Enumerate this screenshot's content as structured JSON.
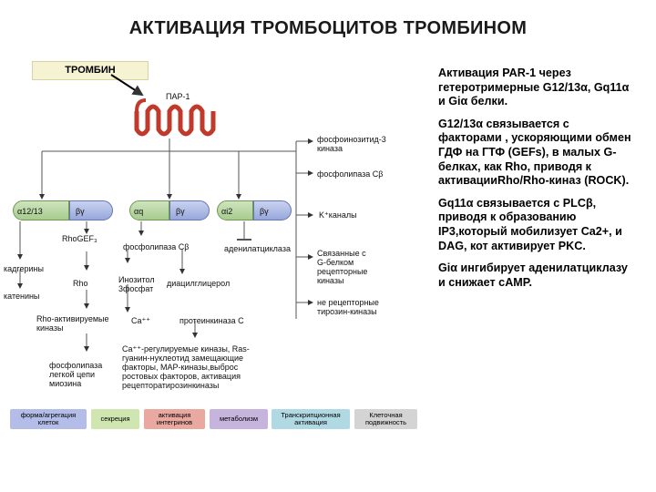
{
  "title": "АКТИВАЦИЯ ТРОМБОЦИТОВ ТРОМБИНОМ",
  "thrombin_label": "ТРОМБИН",
  "diagram": {
    "par1": "ПАР-1",
    "g1213_alpha": "α12/13",
    "g1213_bg": "βγ",
    "gq_alpha": "αq",
    "gq_bg": "βγ",
    "gi_alpha": "αi2",
    "gi_bg": "βγ",
    "pi3k": "фосфоинозитид-3\nкиназа",
    "plc_b": "фосфолипаза Cβ",
    "k_channels": "K⁺каналы",
    "adenylate_cyclase": "аденилатциклаза",
    "g_receptors": "Связанные с\nG-белком\nрецепторные\nкиназы",
    "non_receptor": "не рецепторные\nтирозин-киназы",
    "rhogef": "RhoGEF₃",
    "plc_b2": "фосфолипаза Cβ",
    "cadherins": "кадгерины",
    "catenins": "катенины",
    "rho": "Rho",
    "ip3": "Инозитол\n3фосфат",
    "dag": "диацилглицерол",
    "rho_kinases": "Rho-активируемые\nкиназы",
    "ca": "Ca⁺⁺",
    "pkc": "протеинкиназа С",
    "mlc": "фосфолипаза\nлегкой цепи\nмиозина",
    "factors": "Ca⁺⁺-регулируемые  киназы,  Ras-\nгуанин-нуклеотид    замещающие\nфакторы,    MAP-киназы,выброс\nростовых    факторов,   активация\nрецепторатирозинкиназы"
  },
  "legend": [
    {
      "label": "форма/агрегация\nклеток",
      "color": "#b3bde8"
    },
    {
      "label": "секреция",
      "color": "#cfe6b0"
    },
    {
      "label": "активация\nинтегринов",
      "color": "#eaa9a0"
    },
    {
      "label": "метаболизм",
      "color": "#c6b4dc"
    },
    {
      "label": "Транскрипционная\nактивация",
      "color": "#b0d9e4"
    },
    {
      "label": "Клеточная\nподвижность",
      "color": "#d4d4d4"
    }
  ],
  "paragraphs": [
    "Активация  PAR-1 через гетеротримерные G12/13α, Gq11α и Giα белки.",
    "G12/13α связывается с факторами , ускоряющими обмен ГДФ на ГТФ (GEFs), в малых G-белках, как Rho, приводя к активацииRho/Rho-киназ (ROCK).",
    "Gq11α связывается с PLCβ, приводя к образованию IP3,который мобилизует Ca2+, и DAG, кот активирует PKC.",
    "Giα ингибирует аденилатциклазу и снижает cAMP."
  ]
}
